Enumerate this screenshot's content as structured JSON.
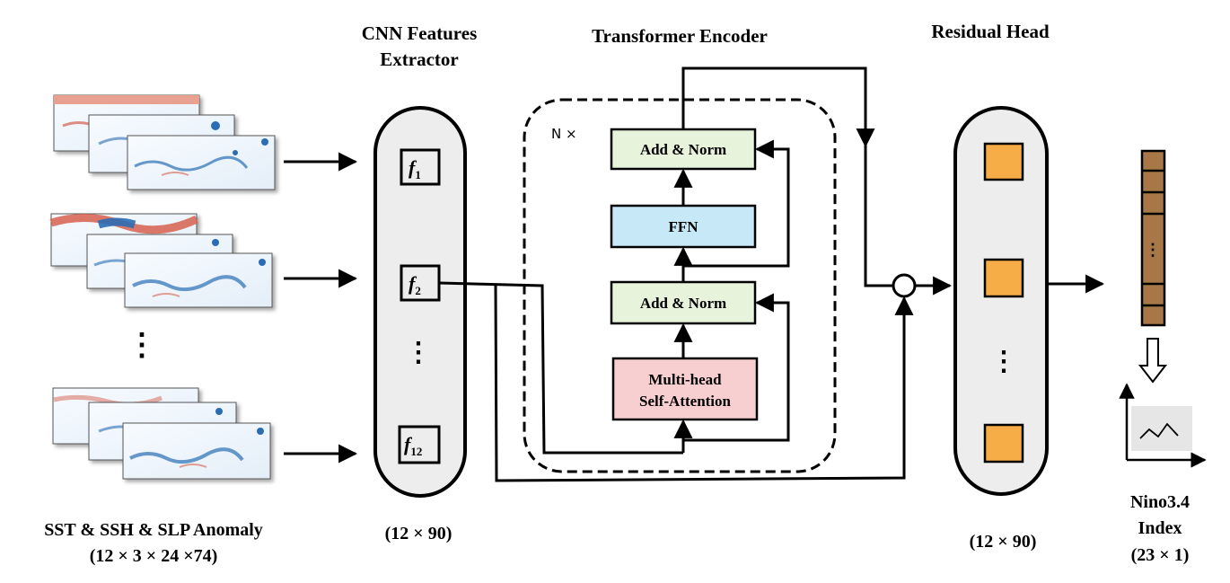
{
  "headings": {
    "cnn_line1": "CNN  Features",
    "cnn_line2": "Extractor",
    "transformer": "Transformer Encoder",
    "residual": "Residual Head"
  },
  "encoder": {
    "repeat_label": "N ×",
    "add_norm_top": "Add & Norm",
    "ffn": "FFN",
    "add_norm_bottom": "Add & Norm",
    "mha_line1": "Multi-head",
    "mha_line2": "Self-Attention"
  },
  "features": [
    {
      "base": "f",
      "sub": "1"
    },
    {
      "base": "f",
      "sub": "2"
    },
    {
      "base": "f",
      "sub": "12"
    }
  ],
  "captions": {
    "input_line1": "SST & SSH & SLP Anomaly",
    "input_line2": "(12 × 3 × 24 ×74)",
    "cnn_dim": "(12 × 90)",
    "residual_dim": "(12 × 90)",
    "output_line1": "Nino3.4",
    "output_line2": "Index",
    "output_line3": "(23 × 1)"
  },
  "ellipsis": "⋮",
  "colors": {
    "add_norm": "#e8f3dc",
    "ffn": "#c6e8f7",
    "mha": "#f8cfd1",
    "capsule": "#ededed",
    "residual_square": "#f6ac47",
    "output_bar": "#a87748",
    "map_blue": "#2a6db3",
    "map_red": "#d6604d"
  }
}
